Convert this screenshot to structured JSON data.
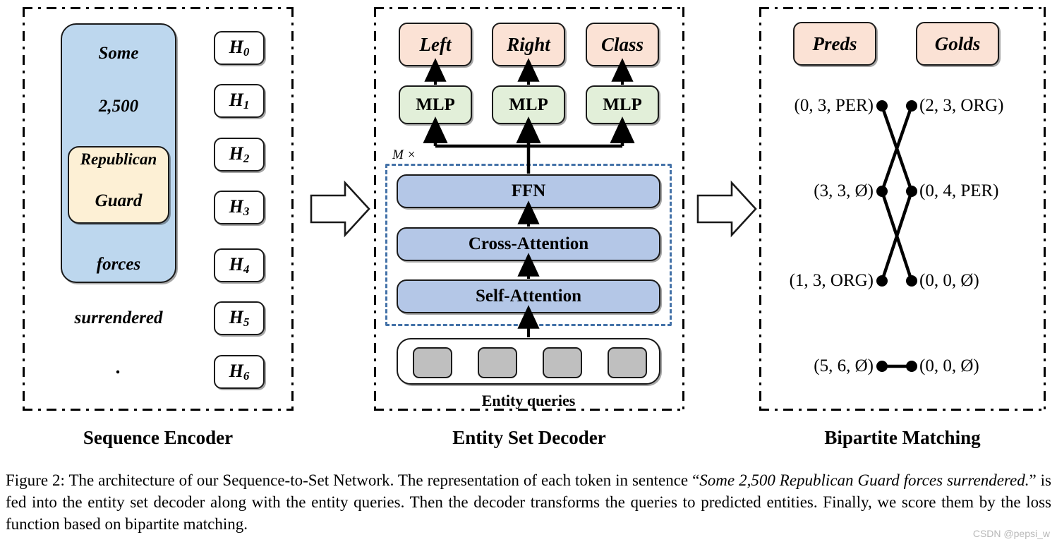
{
  "figure": {
    "caption_prefix": "Figure 2:",
    "caption_part1": " The architecture of our Sequence-to-Set Network. The representation of each token in sentence “",
    "caption_italic1": "Some 2,500 Republican Guard forces surrendered.",
    "caption_part2": "” is fed into the entity set decoder along with the entity queries. Then the decoder transforms the queries to predicted entities. Finally, we score them by the loss function based on bipartite matching.",
    "watermark": "CSDN @pepsi_w"
  },
  "panels": {
    "encoder": {
      "title": "Sequence Encoder",
      "tokens": [
        "Some",
        "2,500",
        "Republican",
        "Guard",
        "forces",
        "surrendered",
        "."
      ],
      "highlight_outer": [
        "Some",
        "2,500",
        "Republican",
        "Guard",
        "forces"
      ],
      "highlight_inner": [
        "Republican",
        "Guard"
      ],
      "hidden_states": [
        {
          "base": "H",
          "sub": "0"
        },
        {
          "base": "H",
          "sub": "1"
        },
        {
          "base": "H",
          "sub": "2"
        },
        {
          "base": "H",
          "sub": "3"
        },
        {
          "base": "H",
          "sub": "4"
        },
        {
          "base": "H",
          "sub": "5"
        },
        {
          "base": "H",
          "sub": "6"
        }
      ]
    },
    "decoder": {
      "title": "Entity Set Decoder",
      "outputs": [
        "Left",
        "Right",
        "Class"
      ],
      "heads": [
        "MLP",
        "MLP",
        "MLP"
      ],
      "layers": [
        "FFN",
        "Cross-Attention",
        "Self-Attention"
      ],
      "loop_label": "M ×",
      "queries_label": "Entity queries",
      "query_count": 4
    },
    "matching": {
      "title": "Bipartite Matching",
      "preds_header": "Preds",
      "golds_header": "Golds",
      "preds": [
        "(0, 3, PER)",
        "(3, 3, Ø)",
        "(1, 3, ORG)",
        "(5, 6, Ø)"
      ],
      "golds": [
        "(2, 3, ORG)",
        "(0, 4, PER)",
        "(0, 0, Ø)",
        "(0, 0, Ø)"
      ],
      "edges": [
        {
          "pred_index": 0,
          "gold_index": 1
        },
        {
          "pred_index": 1,
          "gold_index": 2
        },
        {
          "pred_index": 2,
          "gold_index": 0
        },
        {
          "pred_index": 3,
          "gold_index": 3
        }
      ]
    }
  },
  "colors": {
    "sentence_outer": "#bdd7ee",
    "sentence_inner": "#fdf0d5",
    "output_box": "#fbe2d5",
    "mlp_box": "#e2efd9",
    "attention_box": "#b4c7e7",
    "query_cell": "#bfbfbf",
    "loop_border": "#4472a8"
  }
}
